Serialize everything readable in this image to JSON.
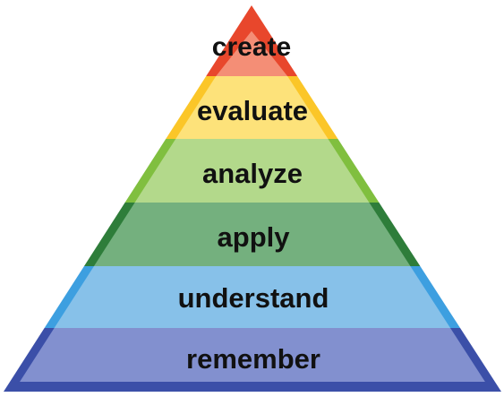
{
  "diagram": {
    "levels": [
      {
        "label": "create",
        "border": "#e8472c",
        "fill": "#f48e76"
      },
      {
        "label": "evaluate",
        "border": "#fbc628",
        "fill": "#fde27a"
      },
      {
        "label": "analyze",
        "border": "#80bf3f",
        "fill": "#b3d98b"
      },
      {
        "label": "apply",
        "border": "#2e7d3a",
        "fill": "#74b07e"
      },
      {
        "label": "understand",
        "border": "#3d9fe0",
        "fill": "#87c1e9"
      },
      {
        "label": "remember",
        "border": "#3b4fa8",
        "fill": "#8290cf"
      }
    ]
  }
}
